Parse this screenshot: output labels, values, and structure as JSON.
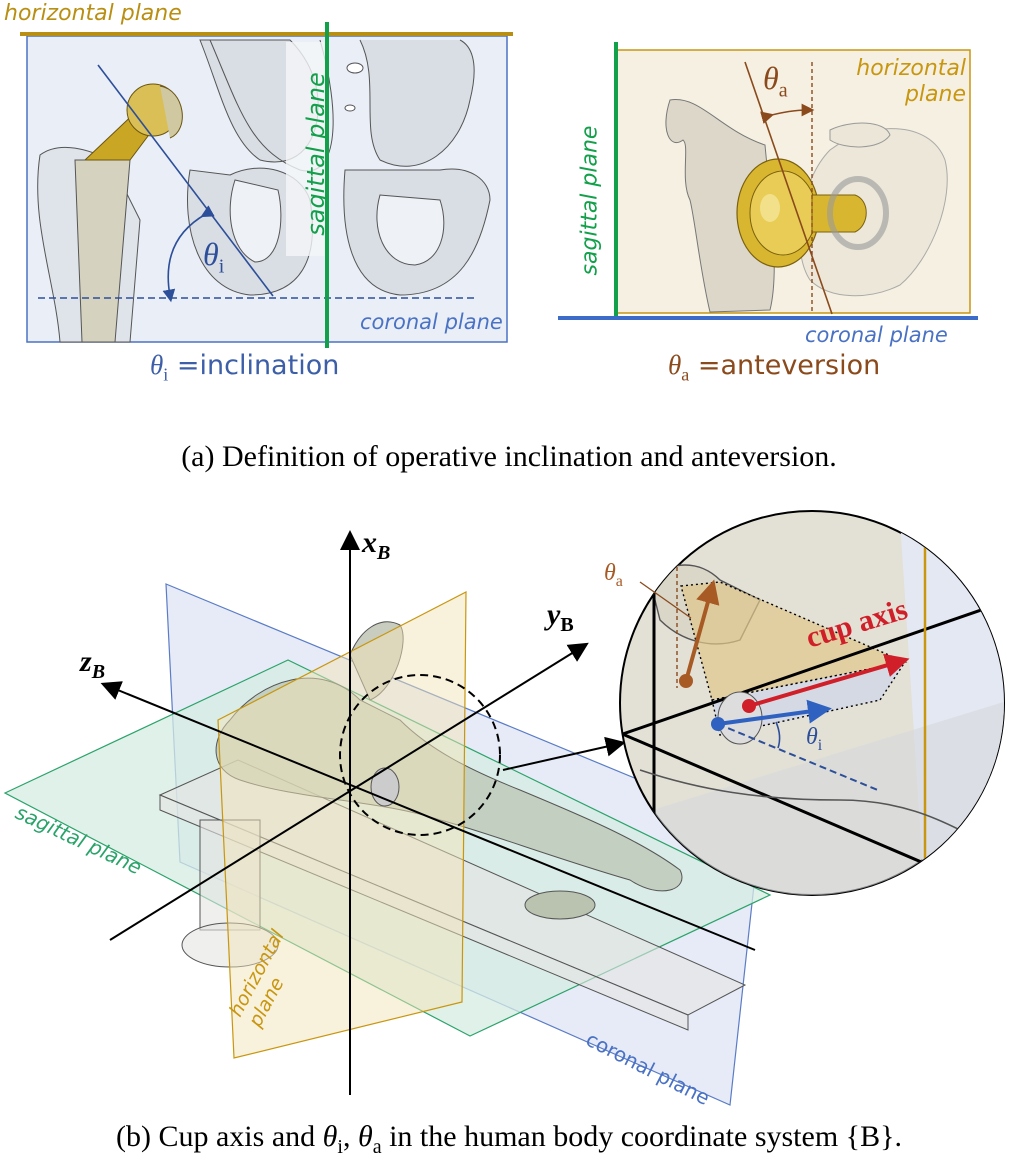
{
  "figure_a": {
    "left_panel": {
      "horizontal_plane_label": "horizontal plane",
      "sagittal_plane_label": "sagittal plane",
      "coronal_plane_label": "coronal plane",
      "angle_symbol": "θ",
      "angle_subscript": "i",
      "definition_symbol": "θ",
      "definition_subscript": "i",
      "definition_text": " =inclination"
    },
    "right_panel": {
      "horizontal_plane_label_line1": "horizontal",
      "horizontal_plane_label_line2": "plane",
      "sagittal_plane_label": "sagittal plane",
      "coronal_plane_label": "coronal plane",
      "angle_symbol": "θ",
      "angle_subscript": "a",
      "definition_symbol": "θ",
      "definition_subscript": "a",
      "definition_text": " =anteversion"
    },
    "caption": "(a) Definition of operative inclination and anteversion."
  },
  "figure_b": {
    "axes": {
      "x_label": "x",
      "x_sub": "B",
      "y_label": "y",
      "y_sub": "B",
      "z_label": "z",
      "z_sub": "B"
    },
    "sagittal_plane_label": "sagittal plane",
    "horizontal_plane_label_line1": "horizontal",
    "horizontal_plane_label_line2": "plane",
    "coronal_plane_label": "coronal plane",
    "inset": {
      "cup_axis_label": "cup axis",
      "theta_a_symbol": "θ",
      "theta_a_sub": "a",
      "theta_i_symbol": "θ",
      "theta_i_sub": "i"
    },
    "caption_prefix": "(b) Cup axis and ",
    "caption_theta1": "θ",
    "caption_sub1": "i",
    "caption_sep": ", ",
    "caption_theta2": "θ",
    "caption_sub2": "a",
    "caption_suffix": " in the human body coordinate system {B}."
  },
  "colors": {
    "horizontal": "#c8960f",
    "sagittal": "#12a04a",
    "coronal": "#4a72c4",
    "inclination": "#2d4f9a",
    "anteversion": "#8b4a1c",
    "cup_axis": "#d11f2a",
    "implant_gold": "#c9a623"
  }
}
